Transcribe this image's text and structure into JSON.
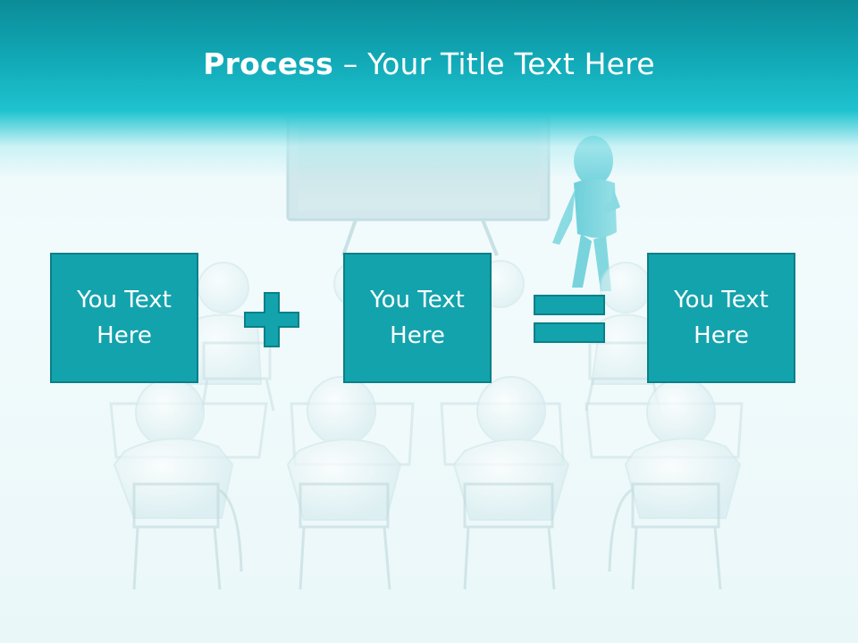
{
  "title": {
    "bold": "Process",
    "separator": " – ",
    "text": "Your Title Text Here"
  },
  "boxes": [
    {
      "label": "You Text\nHere"
    },
    {
      "label": "You Text\nHere"
    },
    {
      "label": "You Text\nHere"
    }
  ],
  "operators": [
    "plus-icon",
    "equals-icon"
  ],
  "colors": {
    "accent": "#13a3ad",
    "accent_dark": "#0b7f88",
    "banner": "#12aab8"
  }
}
